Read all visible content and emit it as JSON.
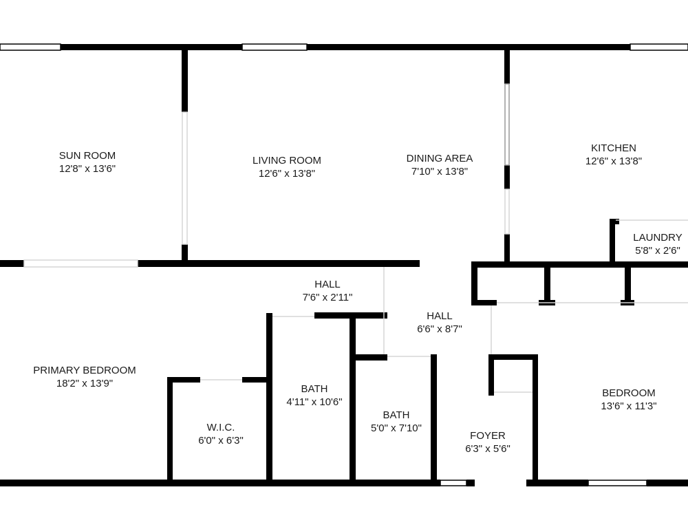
{
  "rooms": [
    {
      "name": "SUN ROOM",
      "size": "12'8\" x 13'6\""
    },
    {
      "name": "LIVING ROOM",
      "size": "12'6\" x 13'8\""
    },
    {
      "name": "DINING AREA",
      "size": "7'10\" x 13'8\""
    },
    {
      "name": "KITCHEN",
      "size": "12'6\" x 13'8\""
    },
    {
      "name": "LAUNDRY",
      "size": "5'8\" x 2'6\""
    },
    {
      "name": "HALL",
      "size": "7'6\" x 2'11\""
    },
    {
      "name": "HALL",
      "size": "6'6\" x 8'7\""
    },
    {
      "name": "PRIMARY BEDROOM",
      "size": "18'2\" x 13'9\""
    },
    {
      "name": "W.I.C.",
      "size": "6'0\" x 6'3\""
    },
    {
      "name": "BATH",
      "size": "4'11\" x 10'6\""
    },
    {
      "name": "BATH",
      "size": "5'0\" x 7'10\""
    },
    {
      "name": "FOYER",
      "size": "6'3\" x 5'6\""
    },
    {
      "name": "BEDROOM",
      "size": "13'6\" x 11'3\""
    }
  ],
  "colors": {
    "wall": "#000000",
    "window": "#ffffff",
    "opening": "#d8d8d8"
  }
}
